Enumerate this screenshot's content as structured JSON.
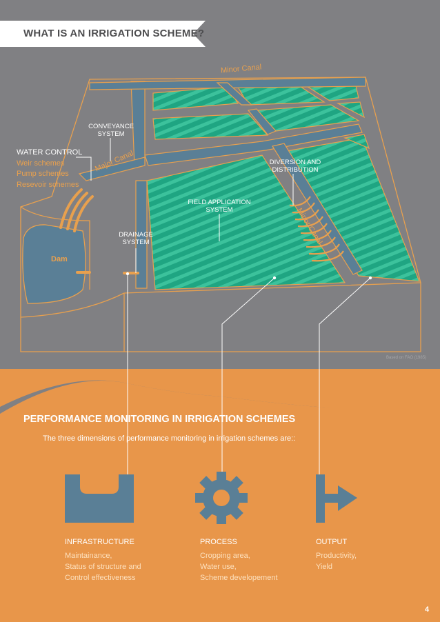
{
  "banner": {
    "title": "WHAT IS AN IRRIGATION SCHEME?"
  },
  "diagram": {
    "labels": {
      "minor_canal_top": "Minor Canal",
      "major_canal": "Major Canal",
      "minor_canal_right": "Minor Canal",
      "dam": "Dam",
      "conveyance_line1": "CONVEYANCE",
      "conveyance_line2": "SYSTEM",
      "diversion_line1": "DIVERSION AND",
      "diversion_line2": "DISTRIBUTION",
      "field_line1": "FIELD APPLICATION",
      "field_line2": "SYSTEM",
      "drainage_line1": "DRAINAGE",
      "drainage_line2": "SYSTEM"
    },
    "water_control": {
      "heading": "WATER CONTROL",
      "items": [
        "Weir schemes",
        "Pump schemes",
        "Resevoir schemes"
      ]
    },
    "credit": "Based on FAO (1985)",
    "colors": {
      "field": "#1fa582",
      "stripe": "#3cc29c",
      "canal": "#5a7f96",
      "outline": "#e8a04e",
      "orange_bg": "#e8964a"
    }
  },
  "performance": {
    "title": "PERFORMANCE MONITORING IN IRRIGATION SCHEMES",
    "subtitle": "The three dimensions of performance monitoring in irrigation schemes are::",
    "dimensions": [
      {
        "icon": "channel-icon",
        "heading": "INFRASTRUCTURE",
        "lines": [
          "Maintainance,",
          "Status of structure and",
          "Control effectiveness"
        ]
      },
      {
        "icon": "gear-icon",
        "heading": "PROCESS",
        "lines": [
          "Cropping area,",
          "Water use,",
          "Scheme developement"
        ]
      },
      {
        "icon": "output-arrow-icon",
        "heading": "OUTPUT",
        "lines": [
          "Productivity,",
          "Yield"
        ]
      }
    ]
  },
  "page_number": "4"
}
